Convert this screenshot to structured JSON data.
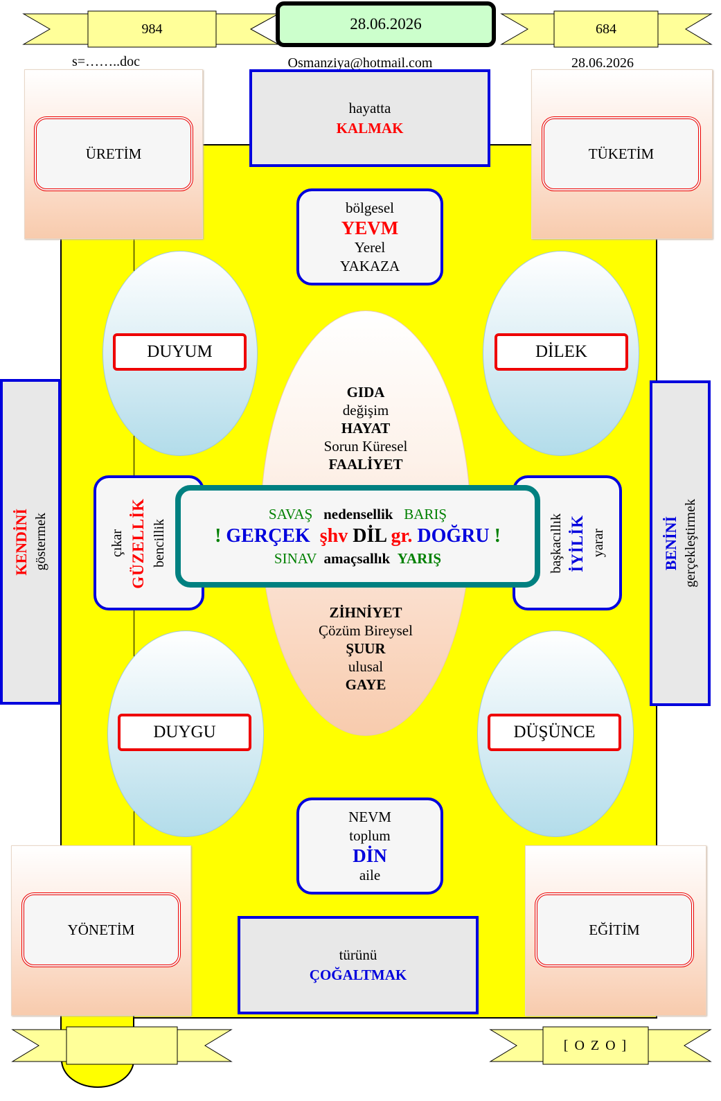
{
  "header": {
    "left_number": "984",
    "right_number": "684",
    "date": "28.06.2026",
    "filename": "s=……..doc",
    "email": "Osmanziya@hotmail.com",
    "right_date": "28.06.2026"
  },
  "top_box": {
    "line1": "hayatta",
    "line2": "KALMAK"
  },
  "bottom_box": {
    "line1": "türünü",
    "line2": "ÇOĞALTMAK"
  },
  "corners": {
    "top_left": "ÜRETİM",
    "top_right": "TÜKETİM",
    "bottom_left": "YÖNETİM",
    "bottom_right": "EĞİTİM"
  },
  "upper_box": {
    "line1": "bölgesel",
    "line2": "YEVM",
    "line3": "Yerel",
    "line4": "YAKAZA"
  },
  "lower_box": {
    "line1": "NEVM",
    "line2": "toplum",
    "line3": "DİN",
    "line4": "aile"
  },
  "ovals": {
    "top_left": "DUYUM",
    "top_right": "DİLEK",
    "bottom_left": "DUYGU",
    "bottom_right": "DÜŞÜNCE"
  },
  "center_top": {
    "w1": "GIDA",
    "w2": "değişim",
    "w3": "HAYAT",
    "w4": "Sorun Küresel",
    "w5": "FAALİYET"
  },
  "center_bottom": {
    "w1": "ZİHNİYET",
    "w2": "Çözüm Bireysel",
    "w3": "ŞUUR",
    "w4": "ulusal",
    "w5": "GAYE"
  },
  "left_small": {
    "a": "çıkar",
    "b": "GÜZELLİK",
    "c": "bencillik"
  },
  "right_small": {
    "a": "başkacıllık",
    "b": "İYİLİK",
    "c": "yarar"
  },
  "left_side": {
    "a": "KENDİNİ",
    "b": "göstermek"
  },
  "right_side": {
    "a": "BENİNİ",
    "b": "gerçekleştirmek"
  },
  "main_box": {
    "row1_a": "SAVAŞ",
    "row1_b": "nedensellik",
    "row1_c": "BARIŞ",
    "excl_left": "!",
    "w_gercek": "GERÇEK",
    "w_shv": "şhv",
    "w_dil": "DİL",
    "w_gr": "gr.",
    "w_dogru": "DOĞRU",
    "excl_right": "!",
    "row3_a": "SINAV",
    "row3_b": "amaçsallık",
    "row3_c": "YARIŞ"
  },
  "footer": {
    "left_ribbon": "",
    "right_ribbon": "[ O Z O ]"
  },
  "colors": {
    "board": "#ffff00",
    "accent_blue": "#0000dd",
    "accent_red": "#ff0000",
    "teal": "#008080",
    "green": "#008000"
  }
}
